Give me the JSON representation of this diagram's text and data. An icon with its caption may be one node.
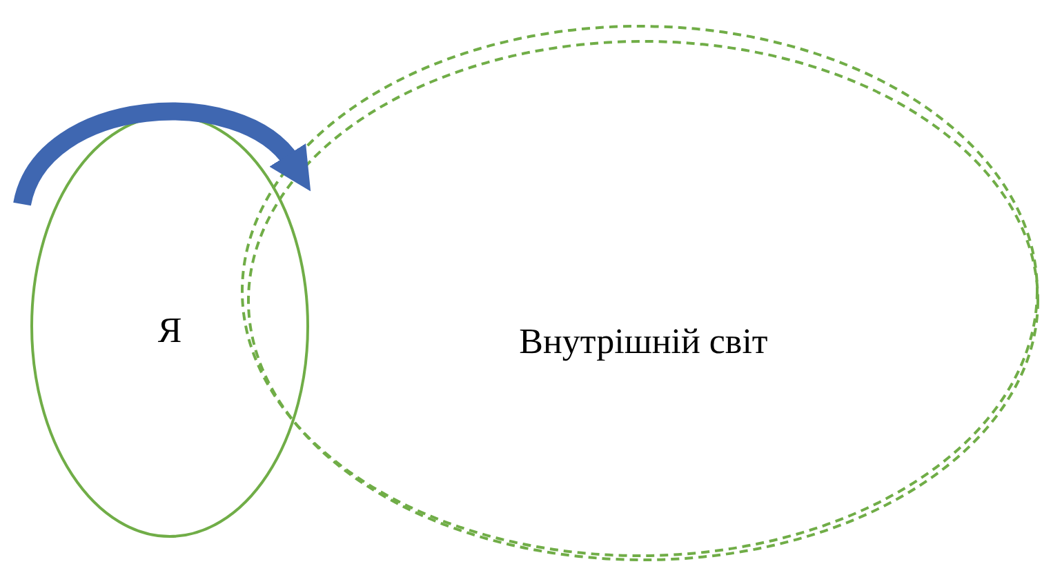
{
  "diagram": {
    "nodes": [
      {
        "text": [
          "Я"
        ]
      },
      {
        "text": [
          "Внутрішній світ"
        ]
      }
    ],
    "edges": [
      {
        "from": null,
        "to": 1,
        "arrow": "to"
      }
    ]
  }
}
